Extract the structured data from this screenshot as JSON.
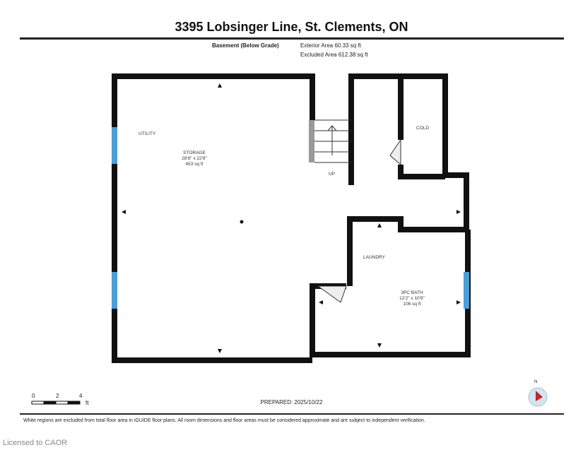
{
  "header": {
    "title": "3395 Lobsinger Line, St. Clements, ON",
    "level": "Basement (Below Grade)",
    "exterior_area": "Exterior Area 60.33 sq ft",
    "excluded_area": "Excluded Area 612.38 sq ft"
  },
  "rooms": {
    "utility": "UTILITY",
    "storage": {
      "name": "STORAGE",
      "dims": "28'8\" x 22'8\"",
      "area": "453 sq ft"
    },
    "up": "UP",
    "cold": "COLD",
    "laundry": "LAUNDRY",
    "bath": {
      "name": "3PC BATH",
      "dims": "12'2\" x 10'9\"",
      "area": "106 sq ft"
    }
  },
  "scale": {
    "ticks": [
      "0",
      "2",
      "4"
    ],
    "unit": "ft"
  },
  "compass": {
    "label": "N"
  },
  "footer": {
    "prepared": "PREPARED: 2025/10/22",
    "disclaimer": "White regions are excluded from total floor area in iGUIDE floor plans. All room dimensions and floor areas must be considered approximate and are subject to independent verification.",
    "licensed": "Licensed to CAOR"
  },
  "colors": {
    "wall": "#111111",
    "window": "#4a9fd8",
    "compass": "#cc2222"
  }
}
